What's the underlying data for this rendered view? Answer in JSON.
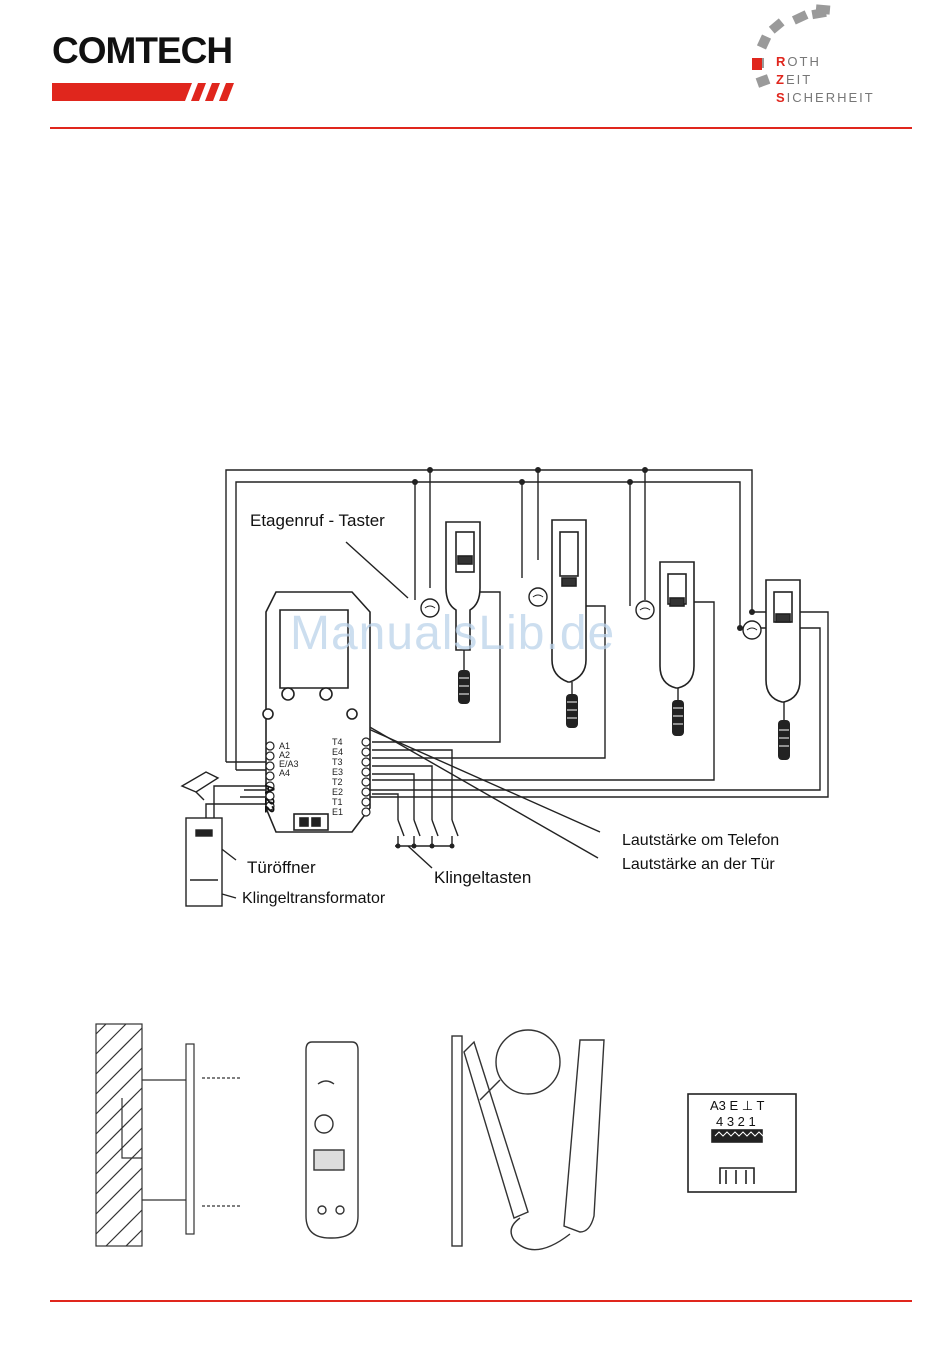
{
  "header": {
    "brand": "COMTECH",
    "brand_color": "#e0261d",
    "partner_lines": [
      {
        "initial": "R",
        "rest": "OTH"
      },
      {
        "initial": "Z",
        "rest": "EIT"
      },
      {
        "initial": "S",
        "rest": "ICHERHEIT"
      }
    ]
  },
  "diagram": {
    "labels": {
      "floor_call_button": "Etagenruf - Taster",
      "volume_phone": "Lautstärke om Telefon",
      "volume_door": "Lautstärke an der Tür",
      "door_opener": "Türöffner",
      "bell_buttons": "Klingeltasten",
      "bell_transformer": "Klingeltransformator"
    },
    "module_name": "A 22",
    "left_terminals": [
      "A1",
      "A2",
      "E/A3",
      "A4"
    ],
    "right_terminals": [
      "T4",
      "E4",
      "T3",
      "E3",
      "T2",
      "E2",
      "T1",
      "E1"
    ],
    "watermark": "ManualsLib.de"
  },
  "connector_box": {
    "top_labels": "A3 E ⊥ T",
    "numbers": "4 3 2 1"
  }
}
